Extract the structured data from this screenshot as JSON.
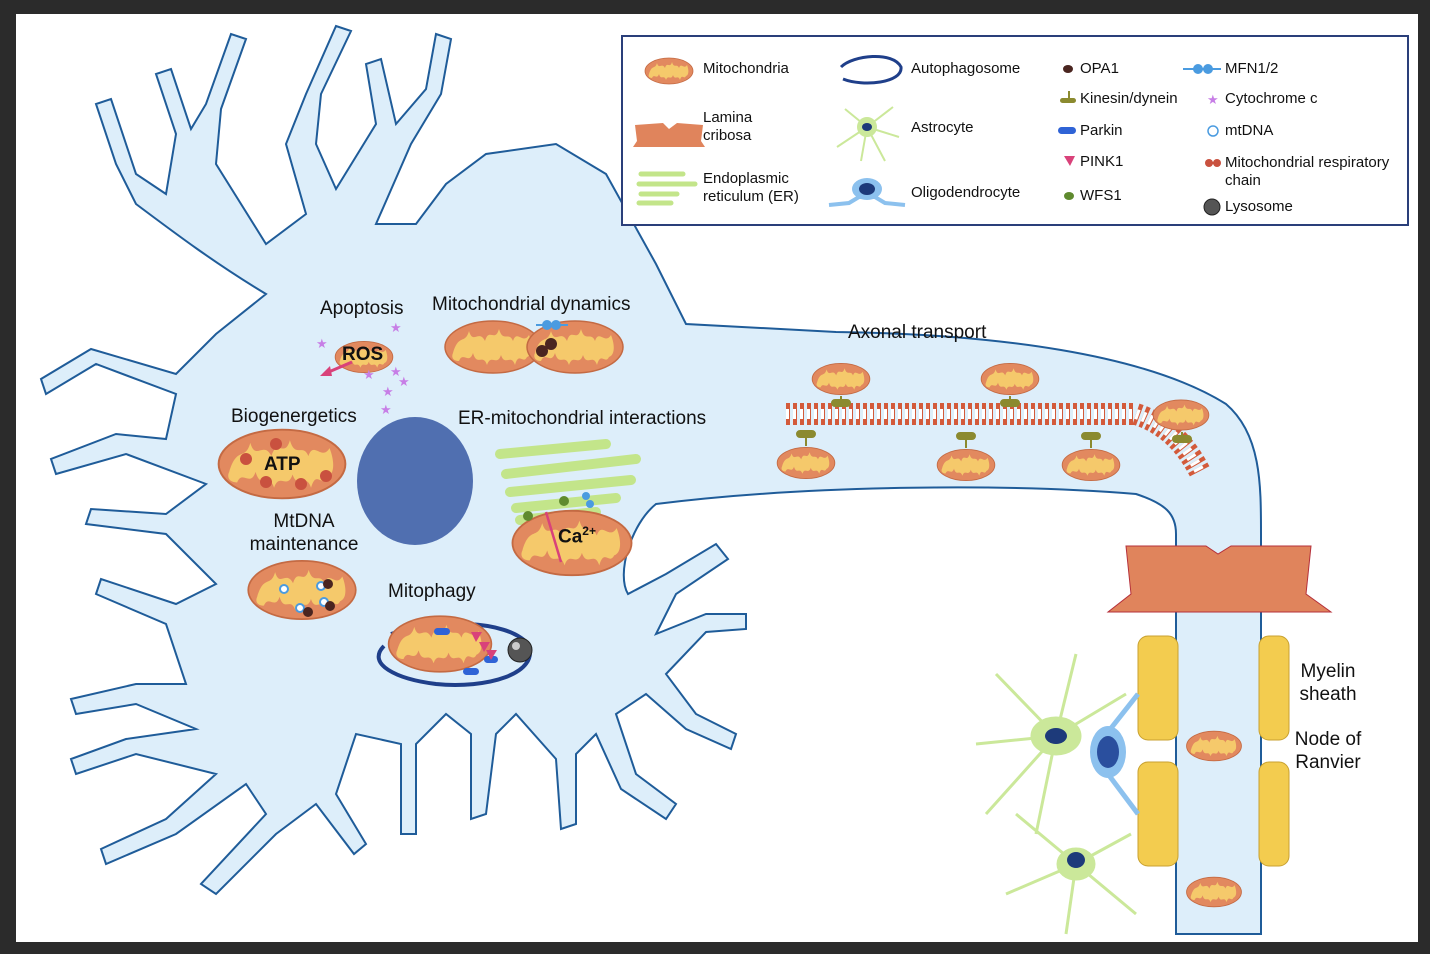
{
  "figure": {
    "title": "Neuron mitochondrial functions schematic",
    "colors": {
      "cytoplasm": "#ddeefa",
      "membrane": "#1f5c99",
      "nucleus": "#506fb0",
      "mito_outer": "#e2895f",
      "mito_inner": "#f5c96b",
      "er": "#c3e58a",
      "lamina": "#e0845c",
      "myelin": "#f3cc4f",
      "astrocyte": "#cbe89a",
      "oligodendrocyte": "#8cc1ee",
      "microtubule": "#d35a3a"
    }
  },
  "legend": {
    "items": [
      {
        "icon": "mitochondria-icon",
        "label": "Mitochondria"
      },
      {
        "icon": "lamina-cribosa-icon",
        "label": "Lamina\ncribosa",
        "line1": "Lamina",
        "line2": "cribosa"
      },
      {
        "icon": "er-icon",
        "label": "Endoplasmic reticulum (ER)",
        "line1": "Endoplasmic",
        "line2": "reticulum (ER)"
      },
      {
        "icon": "autophagosome-icon",
        "label": "Autophagosome"
      },
      {
        "icon": "astrocyte-icon",
        "label": "Astrocyte"
      },
      {
        "icon": "oligodendrocyte-icon",
        "label": "Oligodendrocyte"
      },
      {
        "icon": "opa1-icon",
        "label": "OPA1"
      },
      {
        "icon": "kinesin-dynein-icon",
        "label": "Kinesin/dynein"
      },
      {
        "icon": "parkin-icon",
        "label": "Parkin"
      },
      {
        "icon": "pink1-icon",
        "label": "PINK1"
      },
      {
        "icon": "wfs1-icon",
        "label": "WFS1"
      },
      {
        "icon": "mfn-icon",
        "label": "MFN1/2"
      },
      {
        "icon": "cytochrome-c-icon",
        "label": "Cytochrome c"
      },
      {
        "icon": "mtdna-icon",
        "label": "mtDNA"
      },
      {
        "icon": "respiratory-chain-icon",
        "label": "Mitochondrial respiratory chain",
        "line1": "Mitochondrial respiratory",
        "line2": "chain"
      },
      {
        "icon": "lysosome-icon",
        "label": "Lysosome"
      }
    ]
  },
  "labels": {
    "apoptosis": "Apoptosis",
    "ros": "ROS",
    "dynamics": "Mitochondrial dynamics",
    "bioenergetics": "Biogenergetics",
    "atp": "ATP",
    "er_interactions": "ER-mitochondrial interactions",
    "ca": "Ca",
    "ca_sup": "2+",
    "mtdna_line1": "MtDNA",
    "mtdna_line2": "maintenance",
    "mitophagy": "Mitophagy",
    "axonal_transport": "Axonal transport",
    "myelin_line1": "Myelin",
    "myelin_line2": "sheath",
    "node_line1": "Node of",
    "node_line2": "Ranvier"
  }
}
